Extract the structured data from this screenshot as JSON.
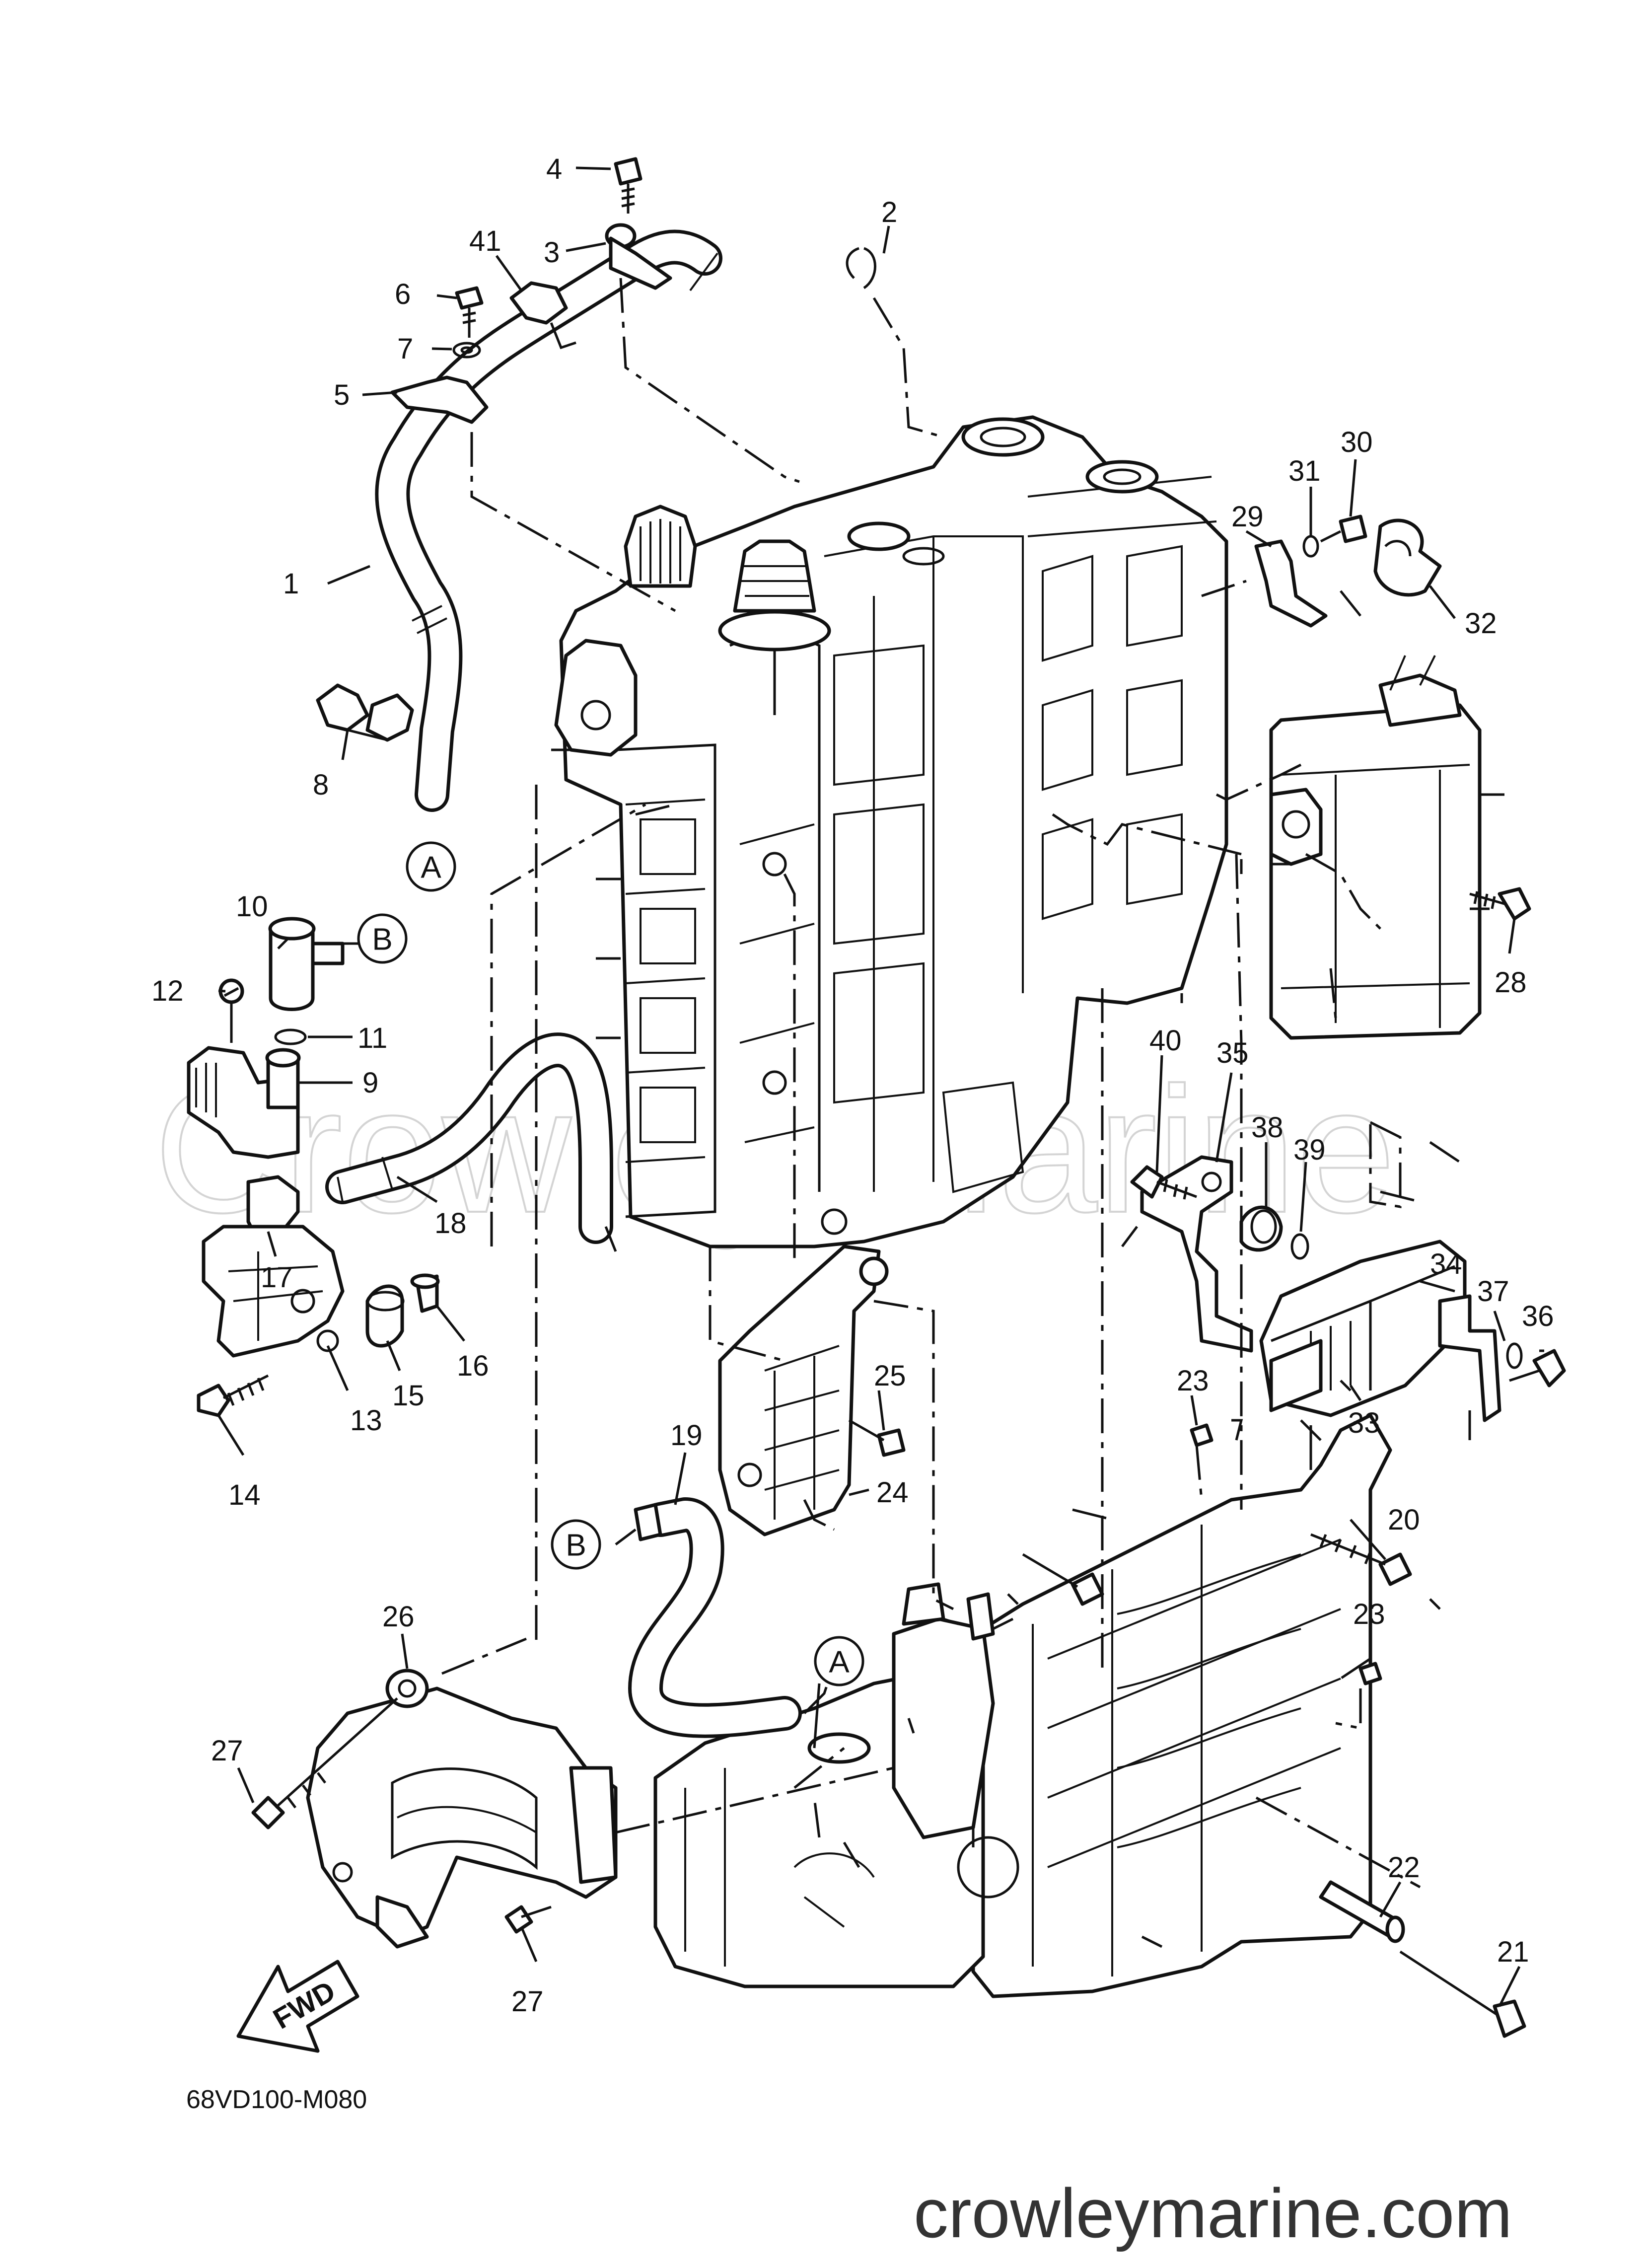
{
  "diagram": {
    "drawing_code": "68VD100-M080",
    "watermark": "Crowley Marine",
    "site_url": "crowleymarine.com",
    "fwd_label": "FWD",
    "reference_letters": {
      "a_top": "A",
      "a_bottom": "A",
      "b_top": "B",
      "b_bottom": "B"
    },
    "callouts": {
      "c1": "1",
      "c2": "2",
      "c3": "3",
      "c4": "4",
      "c5": "5",
      "c6": "6",
      "c7": "7",
      "c8": "8",
      "c9": "9",
      "c10": "10",
      "c11": "11",
      "c12": "12",
      "c13": "13",
      "c14": "14",
      "c15": "15",
      "c16": "16",
      "c17": "17",
      "c18": "18",
      "c19": "19",
      "c20": "20",
      "c21": "21",
      "c22": "22",
      "c23a": "23",
      "c23b": "23",
      "c24": "24",
      "c25": "25",
      "c26": "26",
      "c27a": "27",
      "c27b": "27",
      "c28": "28",
      "c29": "29",
      "c30": "30",
      "c31": "31",
      "c32": "32",
      "c33": "33",
      "c34": "34",
      "c35": "35",
      "c36": "36",
      "c37": "37",
      "c38": "38",
      "c39": "39",
      "c40": "40",
      "c41": "41"
    }
  }
}
